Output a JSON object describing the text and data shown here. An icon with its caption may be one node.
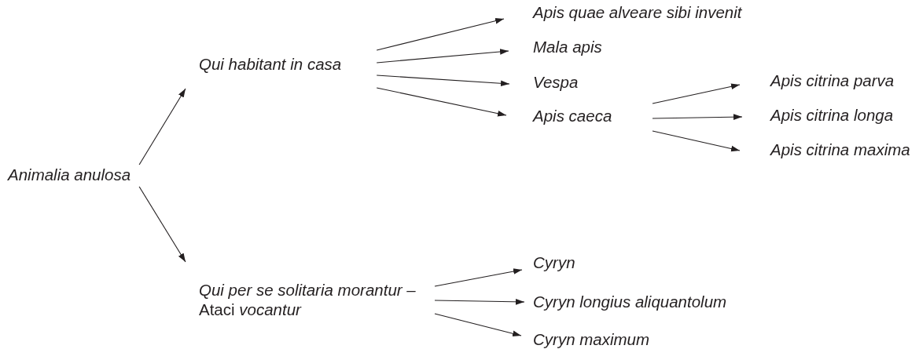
{
  "diagram": {
    "nodes": [
      {
        "text": [
          "Animalia anulosa"
        ]
      },
      {
        "text": [
          "Qui habitant in casa"
        ]
      },
      {
        "text": [
          "Apis quae alveare sibi invenit"
        ]
      },
      {
        "text": [
          "Mala apis"
        ]
      },
      {
        "text": [
          "Vespa"
        ]
      },
      {
        "text": [
          "Apis caeca"
        ]
      },
      {
        "text": [
          "Apis citrina parva"
        ]
      },
      {
        "text": [
          "Apis citrina longa"
        ]
      },
      {
        "text": [
          "Apis citrina maxima"
        ]
      },
      {
        "text": [
          "*Qui per se solitaria morantur –* Ataci *vocantur*"
        ]
      },
      {
        "text": [
          "Cyryn"
        ]
      },
      {
        "text": [
          "Cyryn longius aliquantolum"
        ]
      },
      {
        "text": [
          "Cyryn maximum"
        ]
      }
    ],
    "edges": [
      {
        "from": 0,
        "to": 1,
        "arrow": "to"
      },
      {
        "from": 0,
        "to": 9,
        "arrow": "to"
      },
      {
        "from": 1,
        "to": 2,
        "arrow": "to"
      },
      {
        "from": 1,
        "to": 3,
        "arrow": "to"
      },
      {
        "from": 1,
        "to": 4,
        "arrow": "to"
      },
      {
        "from": 1,
        "to": 5,
        "arrow": "to"
      },
      {
        "from": 5,
        "to": 6,
        "arrow": "to"
      },
      {
        "from": 5,
        "to": 7,
        "arrow": "to"
      },
      {
        "from": 5,
        "to": 8,
        "arrow": "to"
      },
      {
        "from": 9,
        "to": 10,
        "arrow": "to"
      },
      {
        "from": 9,
        "to": 11,
        "arrow": "to"
      },
      {
        "from": 9,
        "to": 12,
        "arrow": "to"
      }
    ]
  }
}
